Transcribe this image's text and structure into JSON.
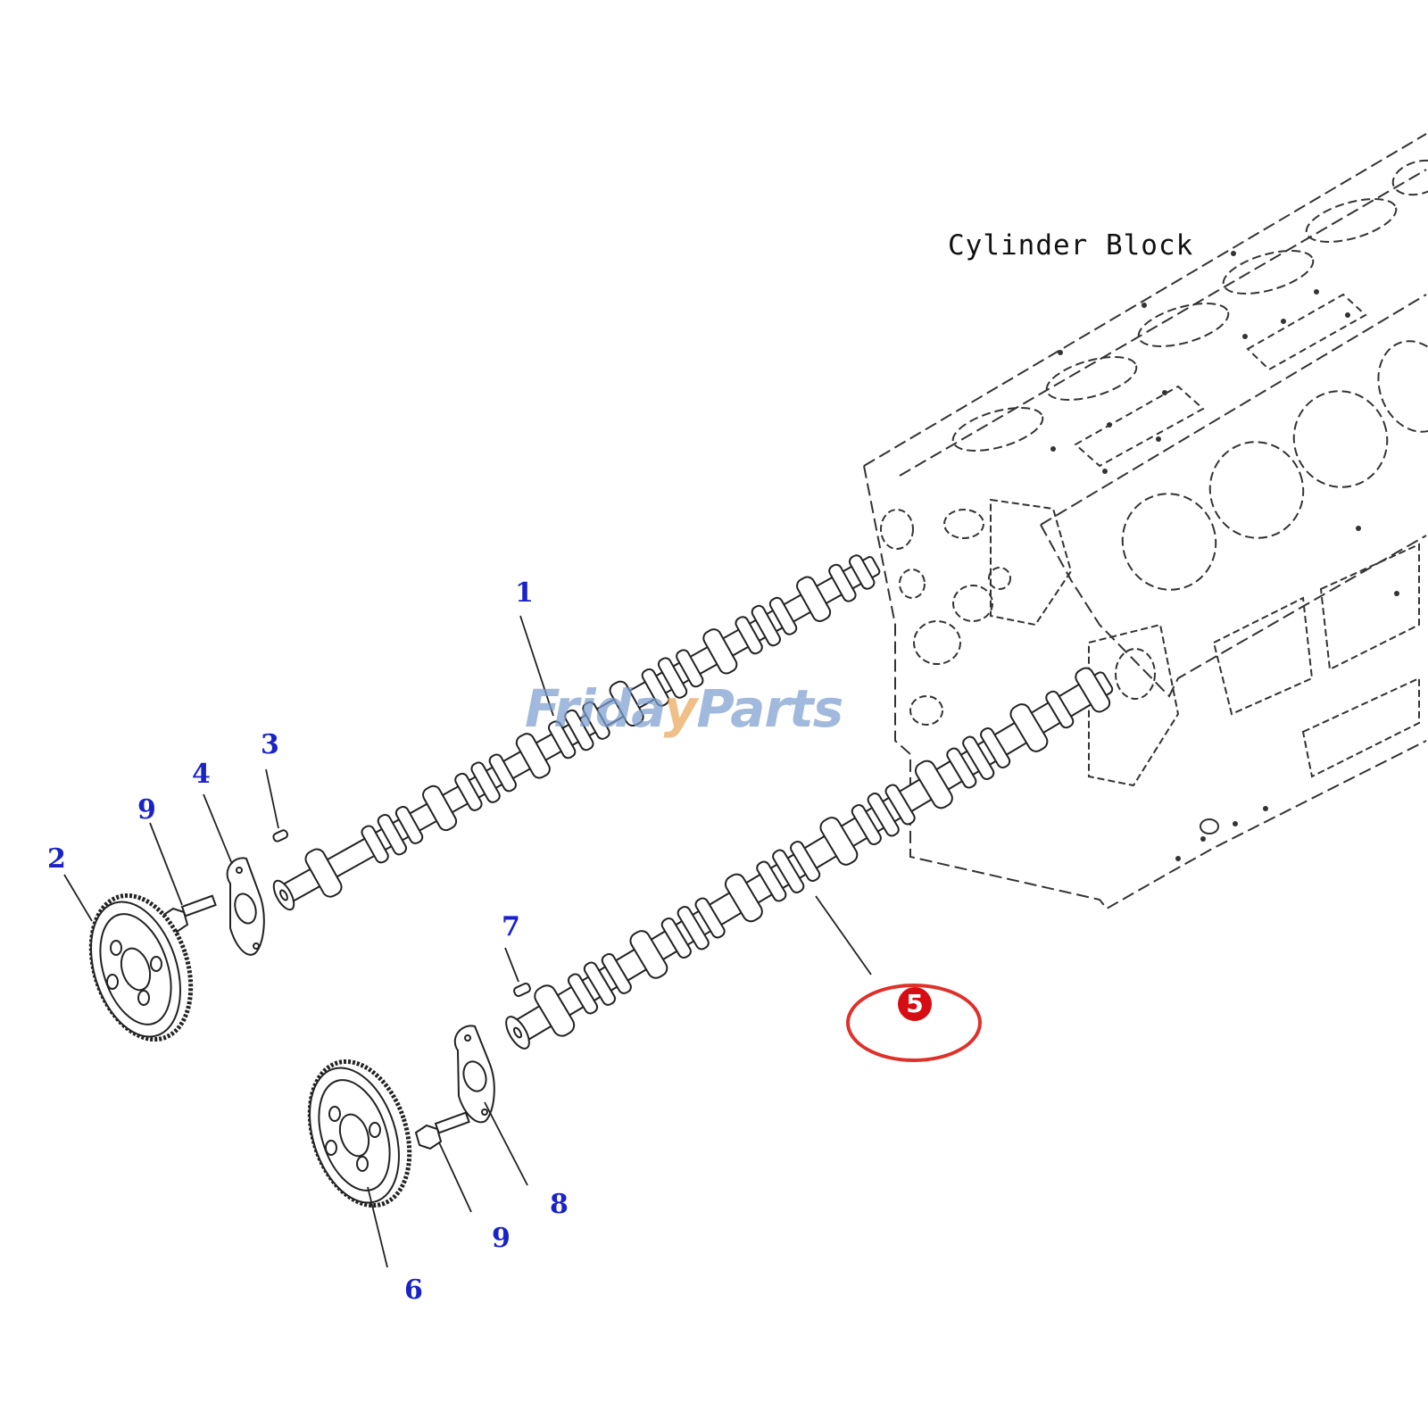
{
  "block": {
    "title": "Cylinder Block"
  },
  "watermark": {
    "part1": "Frida",
    "part2": "y",
    "part3": "Parts"
  },
  "callouts": {
    "c1": "1",
    "c2": "2",
    "c3": "3",
    "c4": "4",
    "c5": "5",
    "c6": "6",
    "c7": "7",
    "c8": "8",
    "c9a": "9",
    "c9b": "9"
  },
  "colors": {
    "callout": "#1a22c8",
    "highlight": "#e0302a",
    "badge": "#d60d12",
    "watermark_blue": "#7c9fcf",
    "watermark_orange": "#e9a75a",
    "line": "#222222"
  }
}
